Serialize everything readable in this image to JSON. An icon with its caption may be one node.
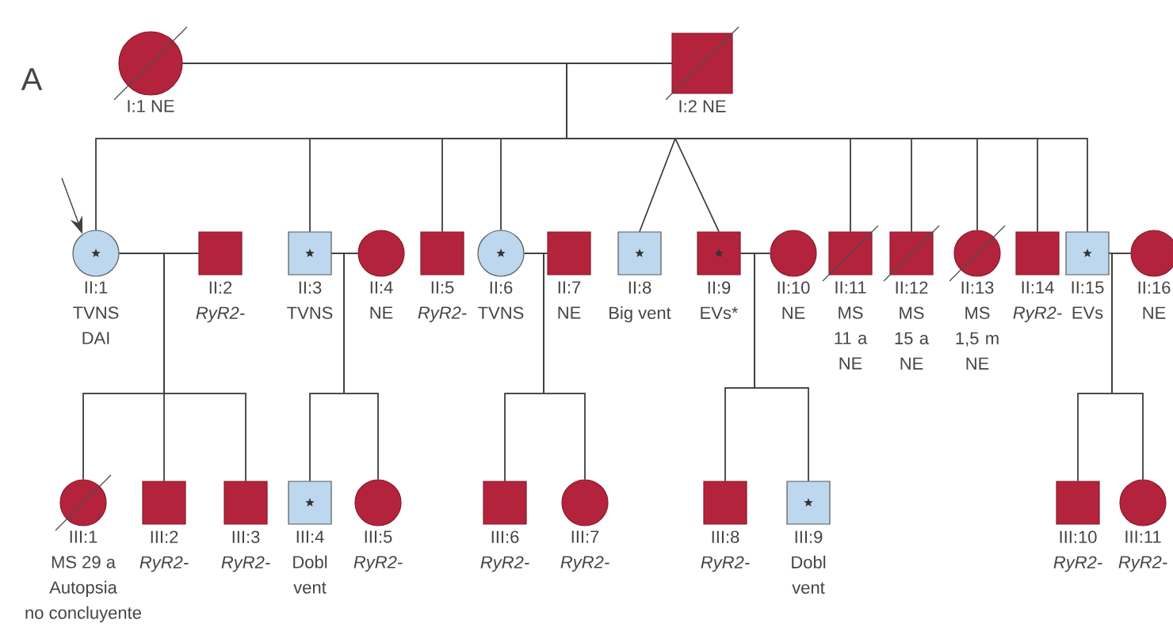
{
  "diagram": {
    "nodes": [
      {
        "text": [
          "I:1 NE"
        ]
      },
      {
        "text": [
          "I:2 NE"
        ]
      },
      {
        "text": [
          "II:1",
          "TVNS DAI"
        ]
      },
      {
        "text": [
          "II:2",
          "*RyR2-*"
        ]
      },
      {
        "text": [
          "II:3",
          "TVNS"
        ]
      },
      {
        "text": [
          "II:4",
          "NE"
        ]
      },
      {
        "text": [
          "II:5",
          "*RyR2-*"
        ]
      },
      {
        "text": [
          "II:6",
          "TVNS"
        ]
      },
      {
        "text": [
          "II:7",
          "NE"
        ]
      },
      {
        "text": [
          "II:8",
          "Big vent"
        ]
      },
      {
        "text": [
          "II:9",
          "EVs*"
        ]
      },
      {
        "text": [
          "II:10",
          "NE"
        ]
      },
      {
        "text": [
          "II:11",
          "MS 11 a",
          "NE"
        ]
      },
      {
        "text": [
          "II:12",
          "MS 15 a",
          "NE"
        ]
      },
      {
        "text": [
          "II:13",
          "MS 1,5 m",
          "NE"
        ]
      },
      {
        "text": [
          "II:14",
          "*RyR2-*"
        ]
      },
      {
        "text": [
          "II:15",
          "EVs"
        ]
      },
      {
        "text": [
          "II:16",
          "NE"
        ]
      },
      {
        "text": [
          "III:1",
          "MS 29 a",
          "Autopsia",
          "no concluyente"
        ]
      },
      {
        "text": [
          "III:2",
          "*RyR2-*"
        ]
      },
      {
        "text": [
          "III:3",
          "*RyR2-*"
        ]
      },
      {
        "text": [
          "III:4",
          "Dobl vent"
        ]
      },
      {
        "text": [
          "III:5",
          "*RyR2-*"
        ]
      },
      {
        "text": [
          "III:6",
          "*RyR2-*"
        ]
      },
      {
        "text": [
          "III:7",
          "*RyR2-*"
        ]
      },
      {
        "text": [
          "III:8",
          "*RyR2-*"
        ]
      },
      {
        "text": [
          "III:9",
          "Dobl vent"
        ]
      },
      {
        "text": [
          "III:10",
          "*RyR2-*"
        ]
      },
      {
        "text": [
          "III:11",
          "*RyR2-*"
        ]
      }
    ],
    "edges": [
      {
        "from": 0,
        "to": 1,
        "arrow": "none"
      },
      {
        "from": 0,
        "to": 2,
        "arrow": "none"
      },
      {
        "from": 1,
        "to": 2,
        "arrow": "none"
      },
      {
        "from": 0,
        "to": 4,
        "arrow": "none"
      },
      {
        "from": 1,
        "to": 4,
        "arrow": "none"
      },
      {
        "from": 0,
        "to": 6,
        "arrow": "none"
      },
      {
        "from": 1,
        "to": 6,
        "arrow": "none"
      },
      {
        "from": 0,
        "to": 7,
        "arrow": "none"
      },
      {
        "from": 1,
        "to": 7,
        "arrow": "none"
      },
      {
        "from": 0,
        "to": 9,
        "arrow": "none"
      },
      {
        "from": 1,
        "to": 9,
        "arrow": "none"
      },
      {
        "from": 0,
        "to": 10,
        "arrow": "none"
      },
      {
        "from": 1,
        "to": 10,
        "arrow": "none"
      },
      {
        "from": 0,
        "to": 12,
        "arrow": "none"
      },
      {
        "from": 1,
        "to": 12,
        "arrow": "none"
      },
      {
        "from": 0,
        "to": 13,
        "arrow": "none"
      },
      {
        "from": 1,
        "to": 13,
        "arrow": "none"
      },
      {
        "from": 0,
        "to": 14,
        "arrow": "none"
      },
      {
        "from": 1,
        "to": 14,
        "arrow": "none"
      },
      {
        "from": 0,
        "to": 15,
        "arrow": "none"
      },
      {
        "from": 1,
        "to": 15,
        "arrow": "none"
      },
      {
        "from": 0,
        "to": 16,
        "arrow": "none"
      },
      {
        "from": 1,
        "to": 16,
        "arrow": "none"
      },
      {
        "from": 2,
        "to": 3,
        "arrow": "none"
      },
      {
        "from": 2,
        "to": 18,
        "arrow": "none"
      },
      {
        "from": 3,
        "to": 18,
        "arrow": "none"
      },
      {
        "from": 2,
        "to": 19,
        "arrow": "none"
      },
      {
        "from": 3,
        "to": 19,
        "arrow": "none"
      },
      {
        "from": 2,
        "to": 20,
        "arrow": "none"
      },
      {
        "from": 3,
        "to": 20,
        "arrow": "none"
      },
      {
        "from": 4,
        "to": 5,
        "arrow": "none"
      },
      {
        "from": 4,
        "to": 21,
        "arrow": "none"
      },
      {
        "from": 5,
        "to": 21,
        "arrow": "none"
      },
      {
        "from": 4,
        "to": 22,
        "arrow": "none"
      },
      {
        "from": 5,
        "to": 22,
        "arrow": "none"
      },
      {
        "from": 7,
        "to": 8,
        "arrow": "none"
      },
      {
        "from": 7,
        "to": 23,
        "arrow": "none"
      },
      {
        "from": 8,
        "to": 23,
        "arrow": "none"
      },
      {
        "from": 7,
        "to": 24,
        "arrow": "none"
      },
      {
        "from": 8,
        "to": 24,
        "arrow": "none"
      },
      {
        "from": 10,
        "to": 11,
        "arrow": "none"
      },
      {
        "from": 10,
        "to": 25,
        "arrow": "none"
      },
      {
        "from": 11,
        "to": 25,
        "arrow": "none"
      },
      {
        "from": 10,
        "to": 26,
        "arrow": "none"
      },
      {
        "from": 11,
        "to": 26,
        "arrow": "none"
      },
      {
        "from": 16,
        "to": 17,
        "arrow": "none"
      },
      {
        "from": 16,
        "to": 27,
        "arrow": "none"
      },
      {
        "from": 17,
        "to": 27,
        "arrow": "none"
      },
      {
        "from": 16,
        "to": 28,
        "arrow": "none"
      },
      {
        "from": 17,
        "to": 28,
        "arrow": "none"
      },
      {
        "from": null,
        "to": 2,
        "arrow": "to"
      }
    ],
    "labels": [
      "A"
    ]
  }
}
